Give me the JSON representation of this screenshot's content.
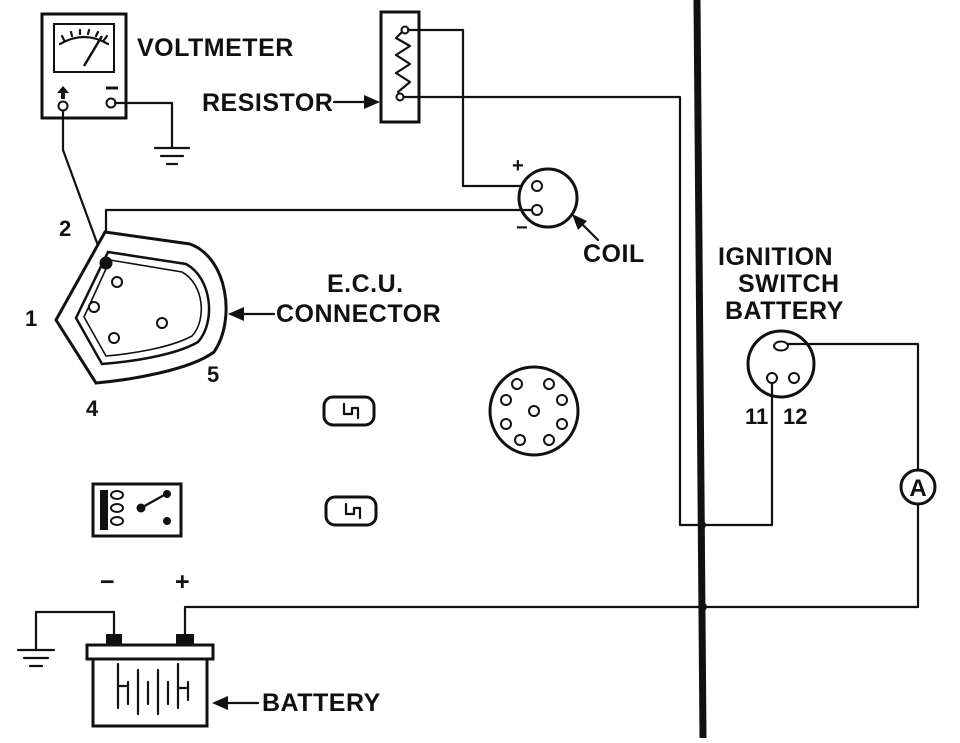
{
  "labels": {
    "voltmeter": "VOLTMETER",
    "resistor": "RESISTOR",
    "coil": "COIL",
    "ecu_line1": "E.C.U.",
    "ecu_line2": "CONNECTOR",
    "ignition_line1": "IGNITION",
    "ignition_line2": "SWITCH",
    "ignition_line3": "BATTERY",
    "battery": "BATTERY",
    "ammeter": "A"
  },
  "pin_numbers": {
    "pin1": "1",
    "pin2": "2",
    "pin4": "4",
    "pin5": "5",
    "pin11": "11",
    "pin12": "12"
  },
  "polarity": {
    "coil_plus": "+",
    "coil_minus": "−",
    "battery_minus": "−",
    "battery_plus": "+",
    "voltmeter_minus": "−"
  },
  "colors": {
    "ink": "#111111",
    "paper": "#ffffff"
  }
}
